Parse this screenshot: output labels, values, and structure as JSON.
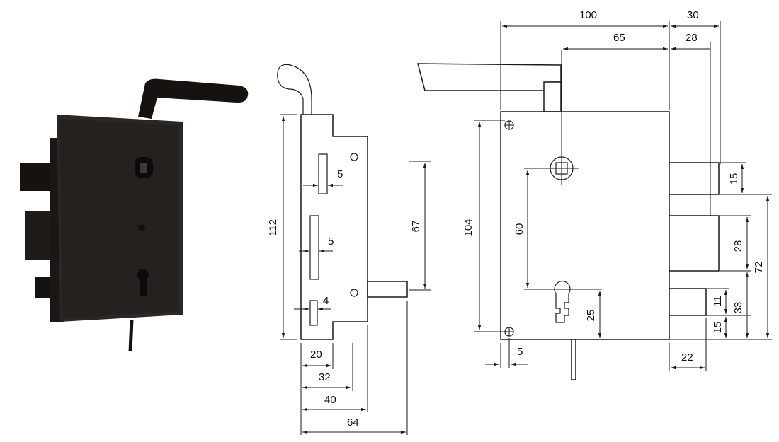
{
  "colors": {
    "lock_body": "#2b2724",
    "lock_dark": "#151210",
    "line": "#1a1a1a"
  },
  "dimensions": {
    "side_view": {
      "height_112": "112",
      "slot_5_upper": "5",
      "slot_5_middle": "5",
      "slot_4": "4",
      "h_20": "20",
      "h_32": "32",
      "h_40": "40",
      "h_64": "64",
      "v_67": "67"
    },
    "front_view": {
      "top_100": "100",
      "top_30": "30",
      "top_65": "65",
      "top_28": "28",
      "height_104": "104",
      "v_60": "60",
      "v_25": "25",
      "bottom_5": "5",
      "bottom_22": "22",
      "bolt_15_top": "15",
      "bolt_28": "28",
      "bolt_72": "72",
      "bolt_11": "11",
      "bolt_33": "33",
      "bolt_15_bottom": "15"
    }
  }
}
